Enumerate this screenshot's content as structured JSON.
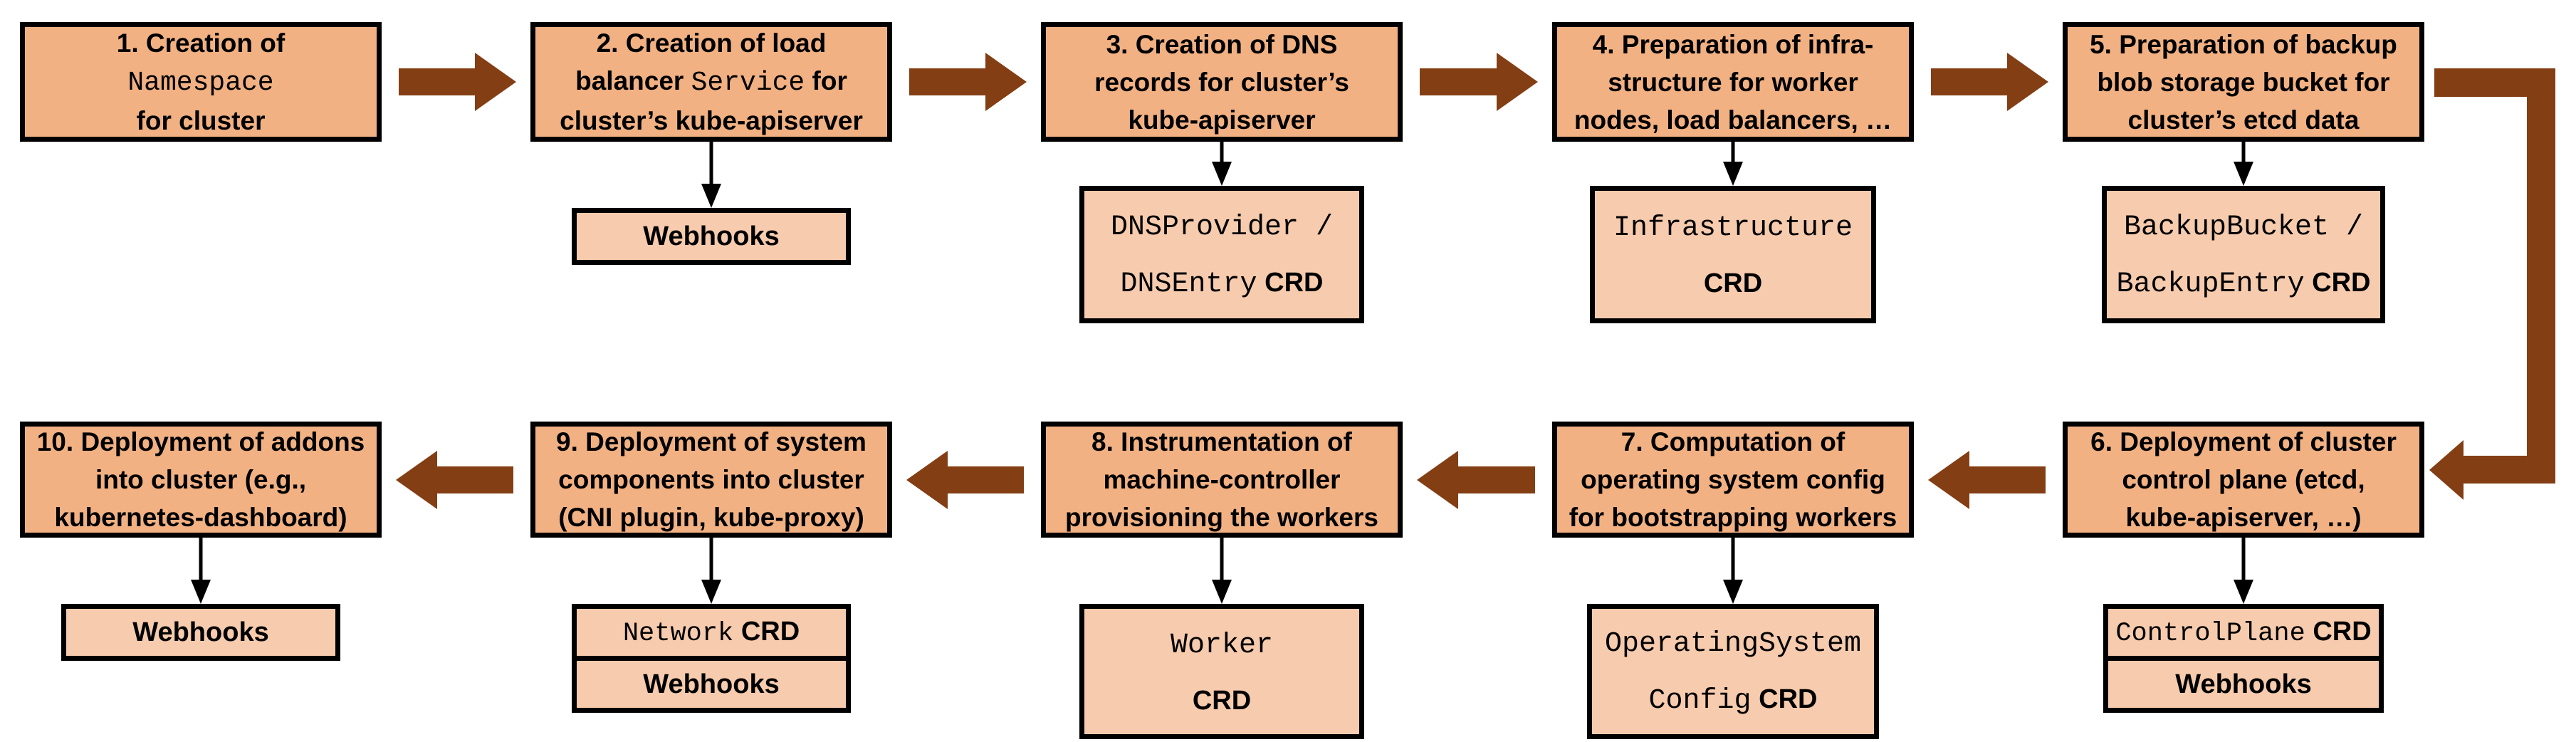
{
  "colors": {
    "step_box_fill": "#f2b183",
    "artifact_box_fill": "#f7cbad",
    "flow_arrow": "#843e14",
    "border": "#000000",
    "background": "#ffffff"
  },
  "steps": [
    {
      "id": 1,
      "lines": [
        [
          {
            "text": "1. Creation of",
            "style": "sans"
          }
        ],
        [
          {
            "text": "Namespace",
            "style": "mono"
          }
        ],
        [
          {
            "text": "for cluster",
            "style": "sans"
          }
        ]
      ]
    },
    {
      "id": 2,
      "lines": [
        [
          {
            "text": "2. Creation of load",
            "style": "sans"
          }
        ],
        [
          {
            "text": "balancer ",
            "style": "sans"
          },
          {
            "text": "Service",
            "style": "mono"
          },
          {
            "text": " for",
            "style": "sans"
          }
        ],
        [
          {
            "text": "cluster’s kube-apiserver",
            "style": "sans"
          }
        ]
      ]
    },
    {
      "id": 3,
      "lines": [
        [
          {
            "text": "3. Creation of DNS",
            "style": "sans"
          }
        ],
        [
          {
            "text": "records for cluster’s",
            "style": "sans"
          }
        ],
        [
          {
            "text": "kube-apiserver",
            "style": "sans"
          }
        ]
      ]
    },
    {
      "id": 4,
      "lines": [
        [
          {
            "text": "4. Preparation of infra-",
            "style": "sans"
          }
        ],
        [
          {
            "text": "structure for worker",
            "style": "sans"
          }
        ],
        [
          {
            "text": "nodes, load balancers, …",
            "style": "sans"
          }
        ]
      ]
    },
    {
      "id": 5,
      "lines": [
        [
          {
            "text": "5. Preparation of backup",
            "style": "sans"
          }
        ],
        [
          {
            "text": "blob storage bucket for",
            "style": "sans"
          }
        ],
        [
          {
            "text": "cluster’s etcd data",
            "style": "sans"
          }
        ]
      ]
    },
    {
      "id": 6,
      "lines": [
        [
          {
            "text": "6. Deployment of cluster",
            "style": "sans"
          }
        ],
        [
          {
            "text": "control plane (etcd,",
            "style": "sans"
          }
        ],
        [
          {
            "text": "kube-apiserver, …)",
            "style": "sans"
          }
        ]
      ]
    },
    {
      "id": 7,
      "lines": [
        [
          {
            "text": "7. Computation of",
            "style": "sans"
          }
        ],
        [
          {
            "text": "operating system config",
            "style": "sans"
          }
        ],
        [
          {
            "text": "for bootstrapping workers",
            "style": "sans"
          }
        ]
      ]
    },
    {
      "id": 8,
      "lines": [
        [
          {
            "text": "8. Instrumentation of",
            "style": "sans"
          }
        ],
        [
          {
            "text": "machine-controller",
            "style": "sans"
          }
        ],
        [
          {
            "text": "provisioning the workers",
            "style": "sans"
          }
        ]
      ]
    },
    {
      "id": 9,
      "lines": [
        [
          {
            "text": "9. Deployment of system",
            "style": "sans"
          }
        ],
        [
          {
            "text": "components into cluster",
            "style": "sans"
          }
        ],
        [
          {
            "text": "(CNI plugin, kube-proxy)",
            "style": "sans"
          }
        ]
      ]
    },
    {
      "id": 10,
      "lines": [
        [
          {
            "text": "10. Deployment of addons",
            "style": "sans"
          }
        ],
        [
          {
            "text": "into cluster (e.g.,",
            "style": "sans"
          }
        ],
        [
          {
            "text": "kubernetes-dashboard)",
            "style": "sans"
          }
        ]
      ]
    }
  ],
  "artifacts": {
    "webhooks_step2": {
      "lines": [
        [
          {
            "text": "Webhooks",
            "style": "bold"
          }
        ]
      ]
    },
    "dns_crd": {
      "lines": [
        [
          {
            "text": "DNSProvider /",
            "style": "mono"
          }
        ],
        [
          {
            "text": "DNSEntry",
            "style": "mono"
          },
          {
            "text": " CRD",
            "style": "bold"
          }
        ]
      ]
    },
    "infrastructure_crd": {
      "lines": [
        [
          {
            "text": "Infrastructure",
            "style": "mono"
          }
        ],
        [
          {
            "text": "CRD",
            "style": "bold"
          }
        ]
      ]
    },
    "backup_crd": {
      "lines": [
        [
          {
            "text": "BackupBucket /",
            "style": "mono"
          }
        ],
        [
          {
            "text": "BackupEntry",
            "style": "mono"
          },
          {
            "text": " CRD",
            "style": "bold"
          }
        ]
      ]
    },
    "controlplane_crd": {
      "lines": [
        [
          {
            "text": "ControlPlane",
            "style": "mono"
          },
          {
            "text": " CRD",
            "style": "bold"
          }
        ]
      ]
    },
    "webhooks_step6": {
      "lines": [
        [
          {
            "text": "Webhooks",
            "style": "bold"
          }
        ]
      ]
    },
    "osc_crd": {
      "lines": [
        [
          {
            "text": "OperatingSystem",
            "style": "mono"
          }
        ],
        [
          {
            "text": "Config",
            "style": "mono"
          },
          {
            "text": " CRD",
            "style": "bold"
          }
        ]
      ]
    },
    "worker_crd": {
      "lines": [
        [
          {
            "text": "Worker",
            "style": "mono"
          }
        ],
        [
          {
            "text": "CRD",
            "style": "bold"
          }
        ]
      ]
    },
    "network_crd": {
      "lines": [
        [
          {
            "text": "Network",
            "style": "mono"
          },
          {
            "text": " CRD",
            "style": "bold"
          }
        ]
      ]
    },
    "webhooks_step9": {
      "lines": [
        [
          {
            "text": "Webhooks",
            "style": "bold"
          }
        ]
      ]
    },
    "webhooks_step10": {
      "lines": [
        [
          {
            "text": "Webhooks",
            "style": "bold"
          }
        ]
      ]
    }
  }
}
